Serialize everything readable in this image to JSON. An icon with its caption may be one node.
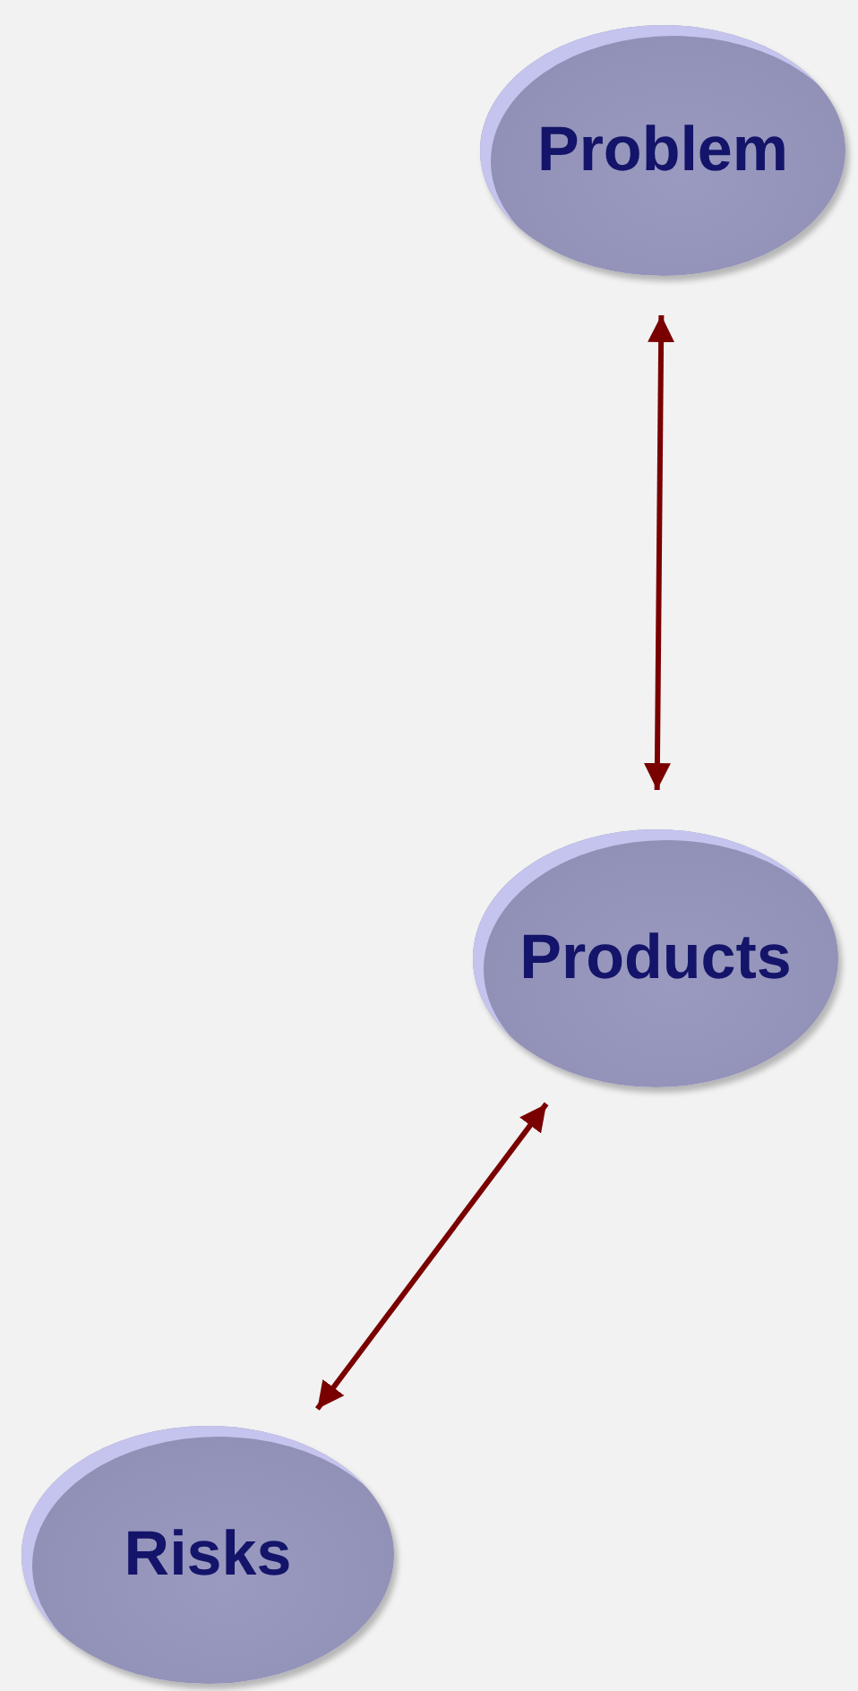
{
  "diagram": {
    "nodes": [
      {
        "text": [
          "Problem"
        ]
      },
      {
        "text": [
          "Products"
        ]
      },
      {
        "text": [
          "Risks"
        ]
      }
    ],
    "edges": [
      {
        "from": 0,
        "to": 1,
        "arrow": "both"
      },
      {
        "from": 1,
        "to": 2,
        "arrow": "both"
      }
    ]
  }
}
